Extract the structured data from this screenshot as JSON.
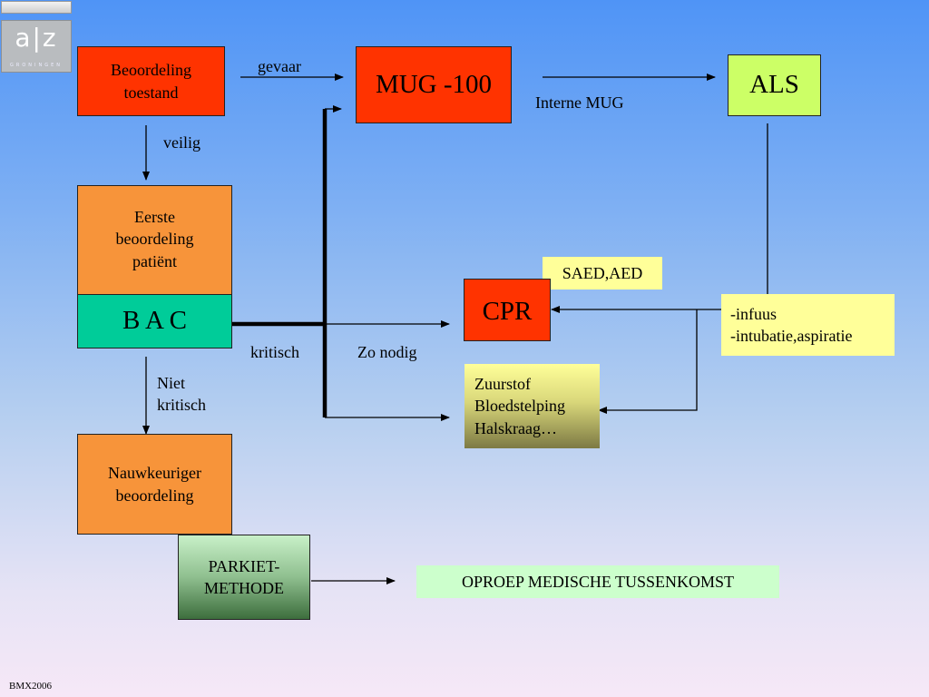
{
  "logo": {
    "text": "a|z",
    "subtext": "GRONINGEN"
  },
  "boxes": {
    "beoordeling_toestand": "Beoordeling\ntoestand",
    "mug": "MUG -100",
    "als": "ALS",
    "eerste_beoordeling": "Eerste\nbeoordeling\npatiënt",
    "bac": "B A C",
    "saed": "SAED,AED",
    "cpr": "CPR",
    "infuus": "-infuus\n-intubatie,aspiratie",
    "zuurstof": "Zuurstof\nBloedstelping\nHalskraag…",
    "nauwkeuriger": "Nauwkeuriger\nbeoordeling",
    "parkiet": "PARKIET-\nMETHODE",
    "oproep": "OPROEP MEDISCHE TUSSENKOMST"
  },
  "labels": {
    "gevaar": "gevaar",
    "veilig": "veilig",
    "interne_mug": "Interne MUG",
    "kritisch": "kritisch",
    "zo_nodig": "Zo nodig",
    "niet_kritisch": "Niet\nkritisch"
  },
  "footer": "BMX2006",
  "colors": {
    "red": "#ff3300",
    "orange": "#f7943a",
    "teal": "#00cc99",
    "lime": "#ccff66",
    "pale_yellow": "#ffff99",
    "light_green": "#ccffcc"
  }
}
